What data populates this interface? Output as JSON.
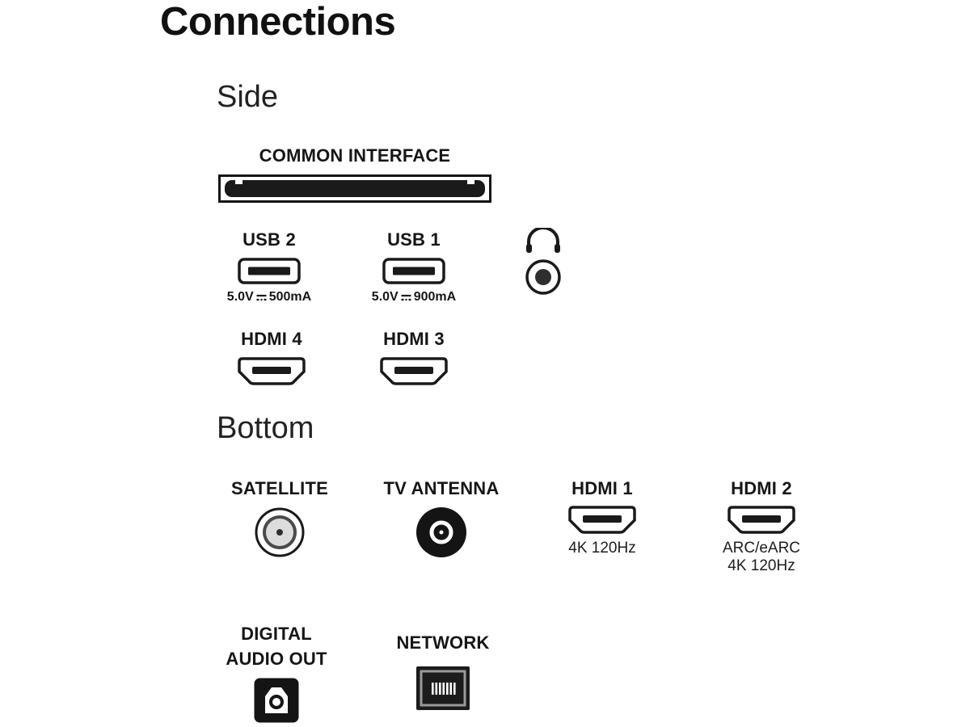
{
  "page": {
    "title": "Connections"
  },
  "side": {
    "heading": "Side",
    "common_interface": {
      "label": "COMMON INTERFACE"
    },
    "usb2": {
      "label": "USB 2",
      "voltage": "5.0V",
      "current": "500mA"
    },
    "usb1": {
      "label": "USB 1",
      "voltage": "5.0V",
      "current": "900mA"
    },
    "hdmi4": {
      "label": "HDMI 4"
    },
    "hdmi3": {
      "label": "HDMI 3"
    }
  },
  "bottom": {
    "heading": "Bottom",
    "satellite": {
      "label": "SATELLITE"
    },
    "tv_antenna": {
      "label": "TV ANTENNA"
    },
    "hdmi1": {
      "label": "HDMI 1",
      "spec": "4K 120Hz"
    },
    "hdmi2": {
      "label": "HDMI 2",
      "spec1": "ARC/eARC",
      "spec2": "4K 120Hz"
    },
    "digital_audio_out": {
      "label_line1": "DIGITAL",
      "label_line2": "AUDIO OUT"
    },
    "network": {
      "label": "NETWORK"
    }
  },
  "colors": {
    "ink": "#1a1a1a",
    "background": "#ffffff"
  }
}
